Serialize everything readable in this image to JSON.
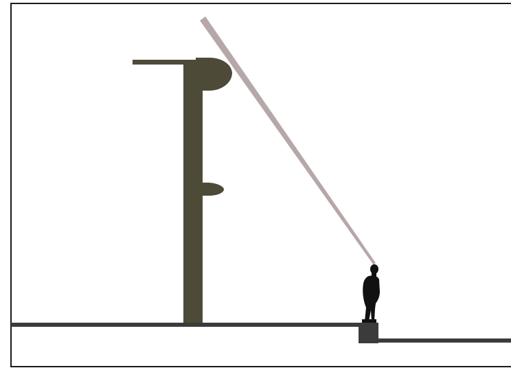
{
  "diagram": {
    "colors": {
      "frame": "#1a1a1a",
      "ground": "#3b3b3b",
      "pole": "#4d4a38",
      "sightline": "#b6a8a8",
      "figure": "#111111",
      "platform": "#3b3b3b",
      "background": "#ffffff"
    },
    "elements": [
      "frame",
      "ground-line",
      "lamp-pole",
      "lamp-arm",
      "lamp-head",
      "pole-bracket",
      "sight-beam",
      "standing-figure",
      "step-platform",
      "lower-ground-line"
    ]
  }
}
